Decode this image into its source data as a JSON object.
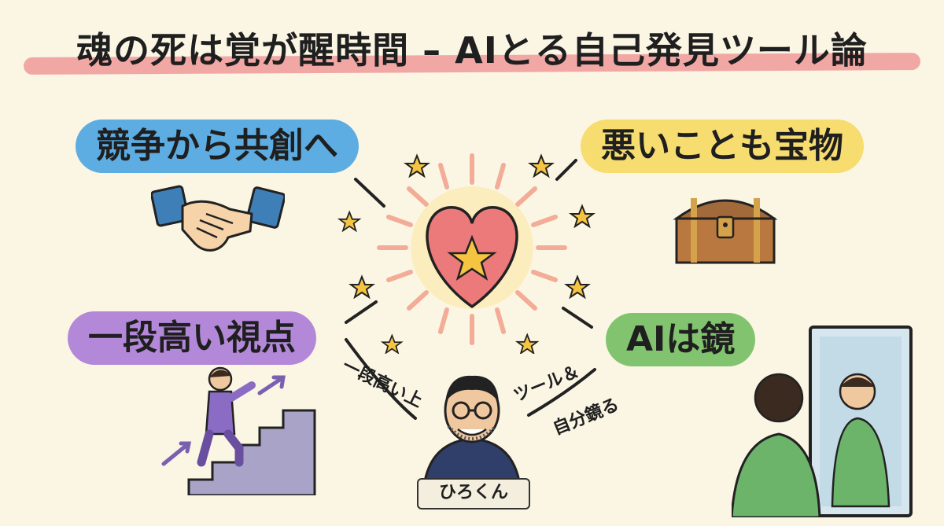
{
  "title": "魂の死は覚が醒時間 – AIとる自己発見ツール論",
  "topics": {
    "top_left": "競争から共創へ",
    "top_right": "悪いことも宝物",
    "bottom_left": "一段高い視点",
    "bottom_right": "AIは鏡"
  },
  "labels": {
    "left": "一段高い上",
    "right_line1": "ツール＆",
    "right_line2": "自分鏡る"
  },
  "person_name": "ひろくん",
  "colors": {
    "background": "#fbf6e4",
    "title_underline": "#ef9a9a",
    "blue": "#5dade2",
    "yellow": "#f7dc6f",
    "purple": "#b388d9",
    "green": "#82c36f",
    "heart": "#ec7a7a",
    "star": "#f5c542"
  },
  "icons": {
    "top_left": "handshake-icon",
    "top_right": "treasure-chest-icon",
    "bottom_left": "climbing-stairs-icon",
    "bottom_right": "mirror-reflection-icon",
    "center": "heart-star-icon"
  }
}
